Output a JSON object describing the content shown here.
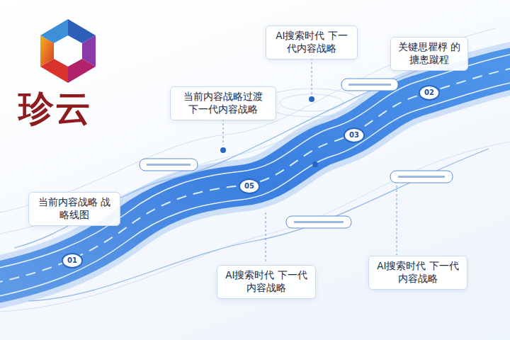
{
  "diagram": {
    "title": "珍云",
    "nodes": [
      {
        "text": [
          "当前内容战略 战略线图"
        ]
      },
      {
        "text": [
          "当前内容战略过渡 下一代内容战略"
        ]
      },
      {
        "text": [
          "AI搜索时代 下一代内容战略"
        ]
      },
      {
        "text": [
          "关键思瞿桴 的搪悤蹴程"
        ]
      },
      {
        "text": [
          "AI搜索时代 下一代内容战略"
        ]
      },
      {
        "text": [
          "AI搜索时代 下一代内容战略"
        ]
      }
    ],
    "labels": [
      "01",
      "05",
      "03",
      "02"
    ]
  }
}
